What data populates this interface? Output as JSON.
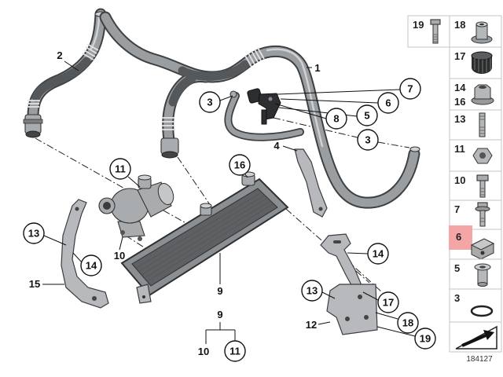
{
  "drawing_number": "184127",
  "colors": {
    "highlight": "#f4a6a6",
    "hose": "#9b9ea1",
    "hose_outline": "#3e4144",
    "hose_dark": "#55585b",
    "metal": "#b7b9bc"
  },
  "callouts": {
    "hose_upper_left": "2",
    "hose_main": "1",
    "hose_small_left": "3",
    "fitting_a": "8",
    "fitting_b": "5",
    "fitting_c": "6",
    "fitting_d": "7",
    "hose_small_right": "3",
    "bracket_small": "4",
    "thermostat_top": "11",
    "cooler_fitting": "16",
    "left_bracket_a": "13",
    "left_bracket_b": "14",
    "left_bracket_c": "15",
    "thermostat_bottom": "10",
    "oil_cooler": "9",
    "right_bracket_a": "14",
    "right_bracket_b": "13",
    "right_bracket_c": "17",
    "right_bracket_d": "18",
    "right_bracket_e": "19",
    "right_bracket_f": "12",
    "group_parent": "9",
    "group_child_a": "10",
    "group_child_b": "11"
  },
  "parts_list": [
    {
      "number": "19",
      "icon": "bolt-icon"
    },
    {
      "number": "18",
      "icon": "grommet-icon"
    },
    {
      "number": "17",
      "icon": "clip-icon"
    },
    {
      "number": "14",
      "number_alt": "16",
      "icon": "flange-nut-icon"
    },
    {
      "number": "13",
      "icon": "stud-bolt-icon"
    },
    {
      "number": "11",
      "icon": "hex-nut-icon"
    },
    {
      "number": "10",
      "icon": "bolt-icon"
    },
    {
      "number": "7",
      "icon": "flange-bolt-icon"
    },
    {
      "number": "6",
      "icon": "clip-nut-icon",
      "selected": true
    },
    {
      "number": "5",
      "icon": "sleeve-icon"
    },
    {
      "number": "3",
      "icon": "o-ring-icon"
    }
  ],
  "page_nav": {
    "icon": "next-sheet-arrow-icon"
  }
}
